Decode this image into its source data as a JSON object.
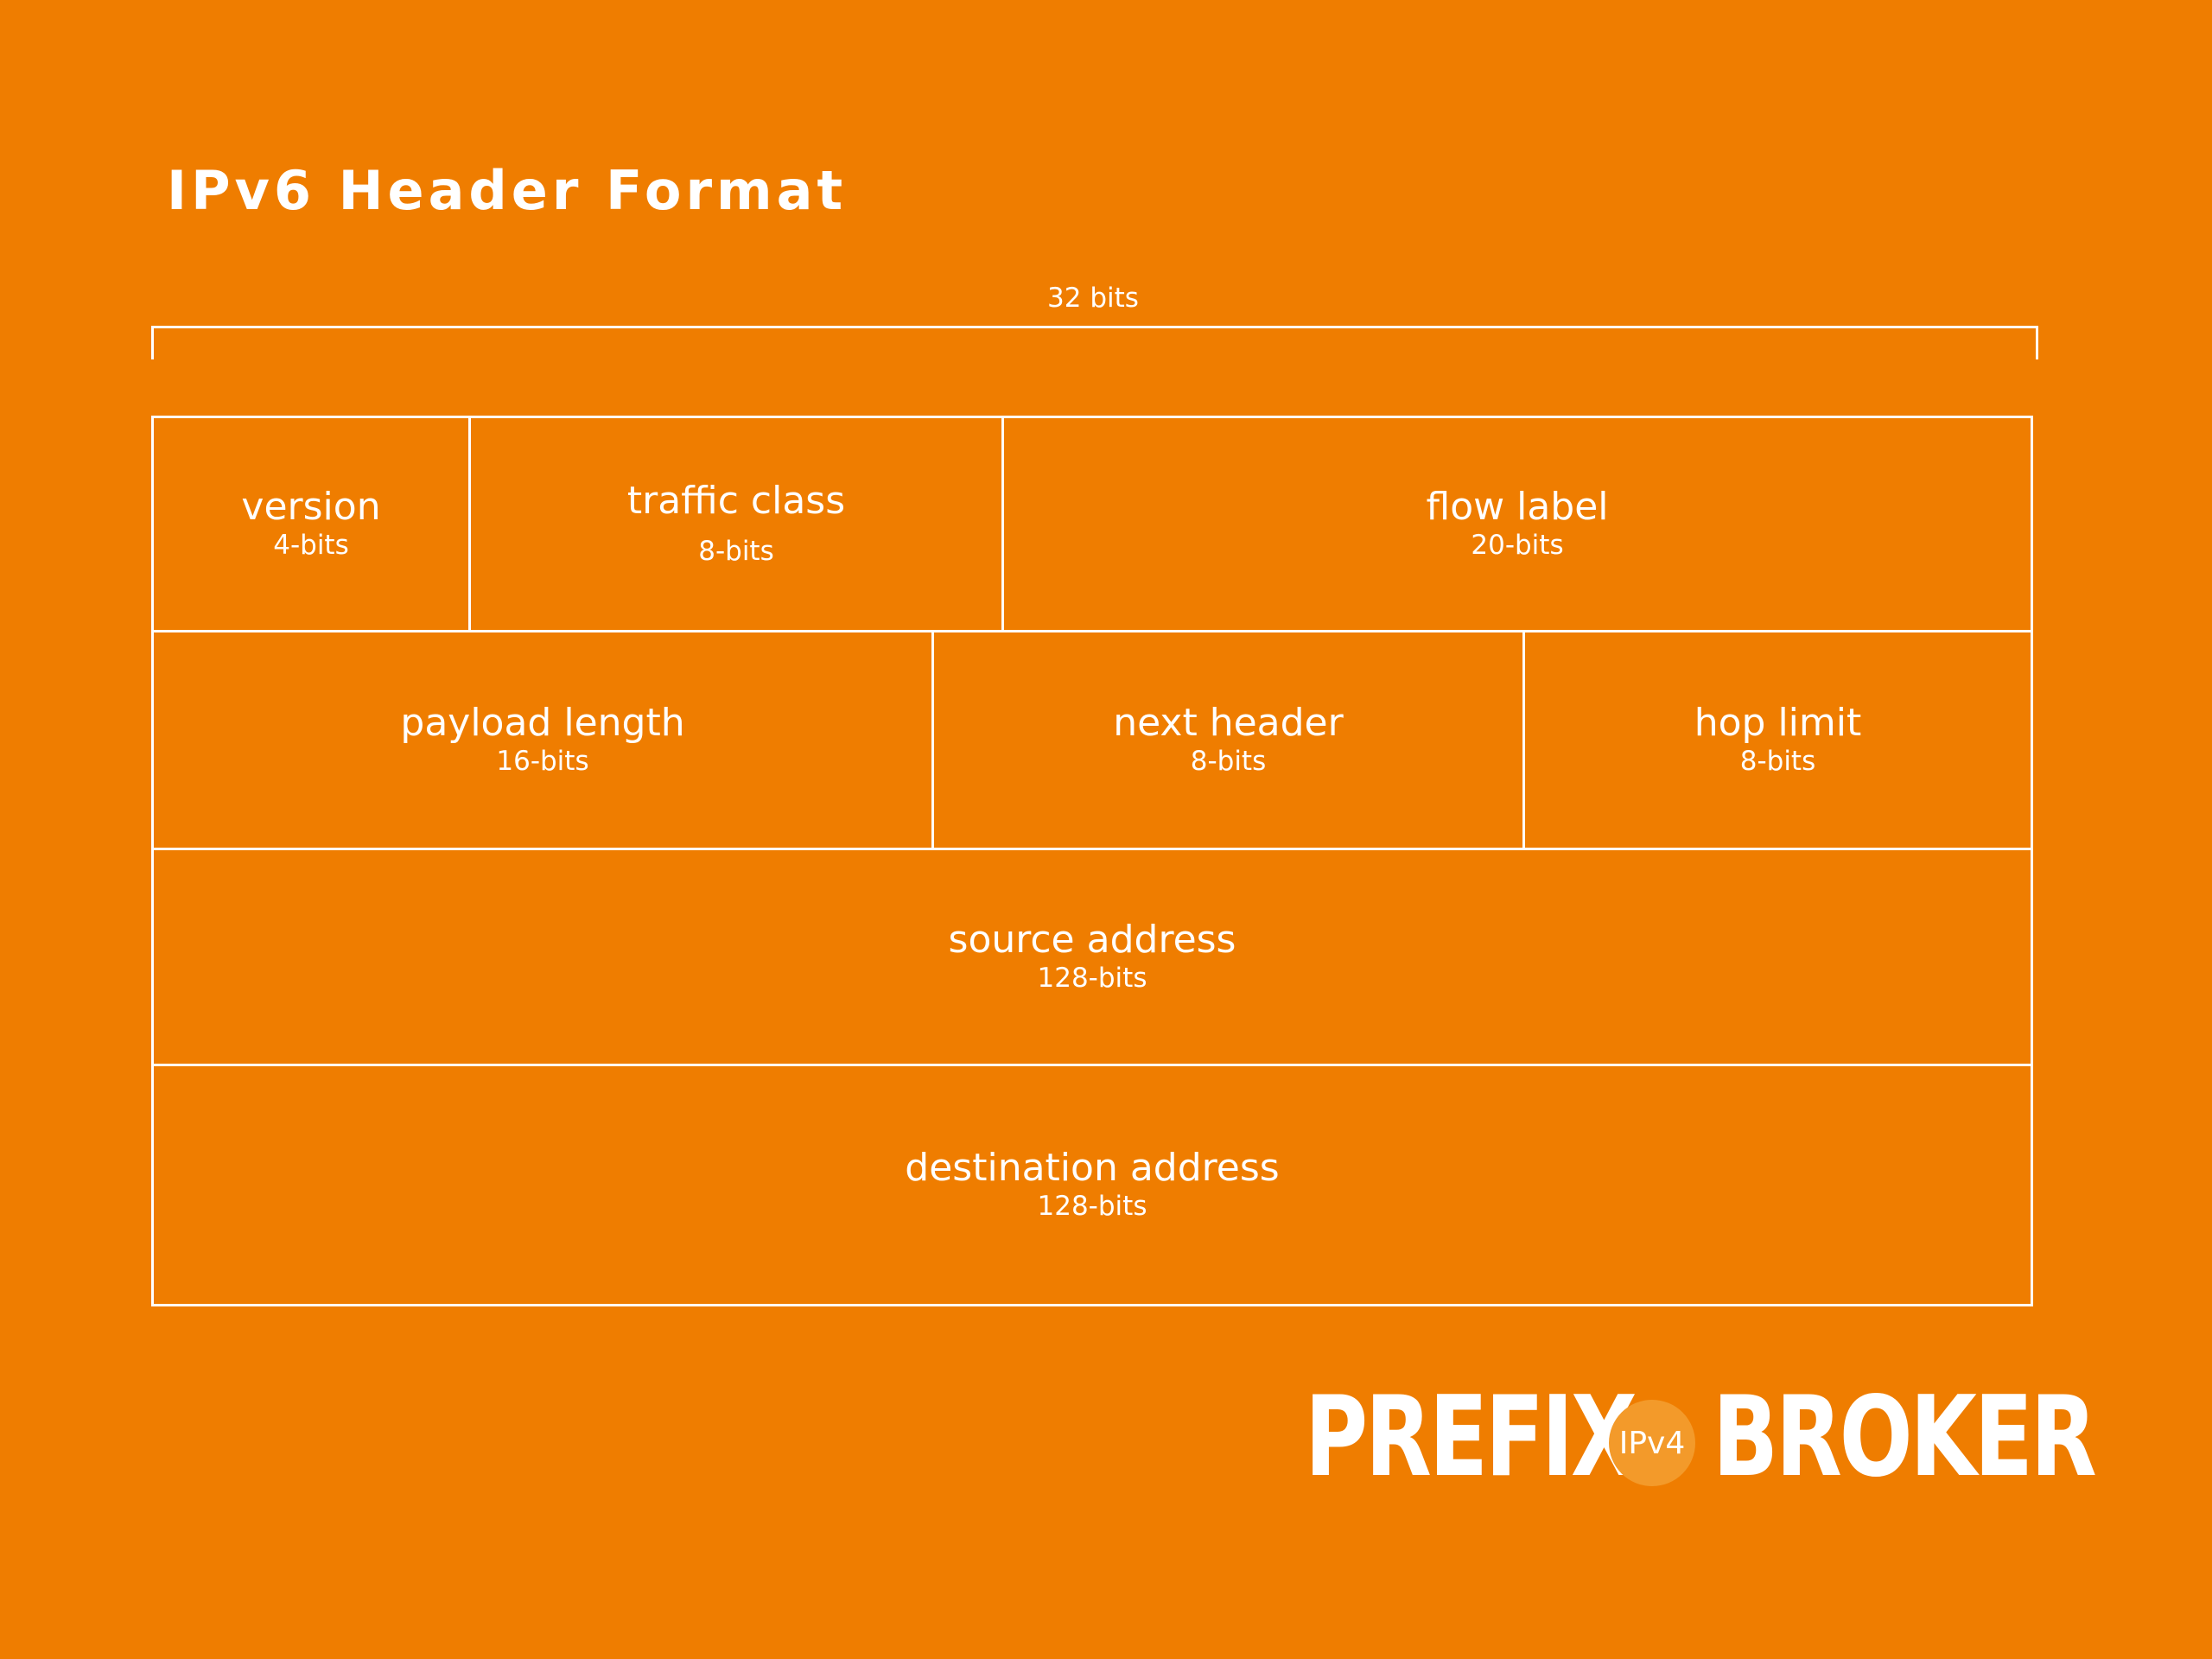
{
  "title": "IPv6 Header Format",
  "width_caption": "32 bits",
  "fields": {
    "version": {
      "name": "version",
      "bits": "4-bits"
    },
    "traffic_class": {
      "name": "traffic class",
      "bits": "8-bits"
    },
    "flow_label": {
      "name": "flow label",
      "bits": "20-bits"
    },
    "payload_length": {
      "name": "payload length",
      "bits": "16-bits"
    },
    "next_header": {
      "name": "next header",
      "bits": "8-bits"
    },
    "hop_limit": {
      "name": "hop limit",
      "bits": "8-bits"
    },
    "source_address": {
      "name": "source address",
      "bits": "128-bits"
    },
    "destination_address": {
      "name": "destination address",
      "bits": "128-bits"
    }
  },
  "logo": {
    "left_word": "PREFIX",
    "badge": "IPv4",
    "right_word": "BROKER"
  },
  "colors": {
    "background": "#ef7d00",
    "foreground": "#ffffff",
    "badge": "#f39a2a"
  }
}
